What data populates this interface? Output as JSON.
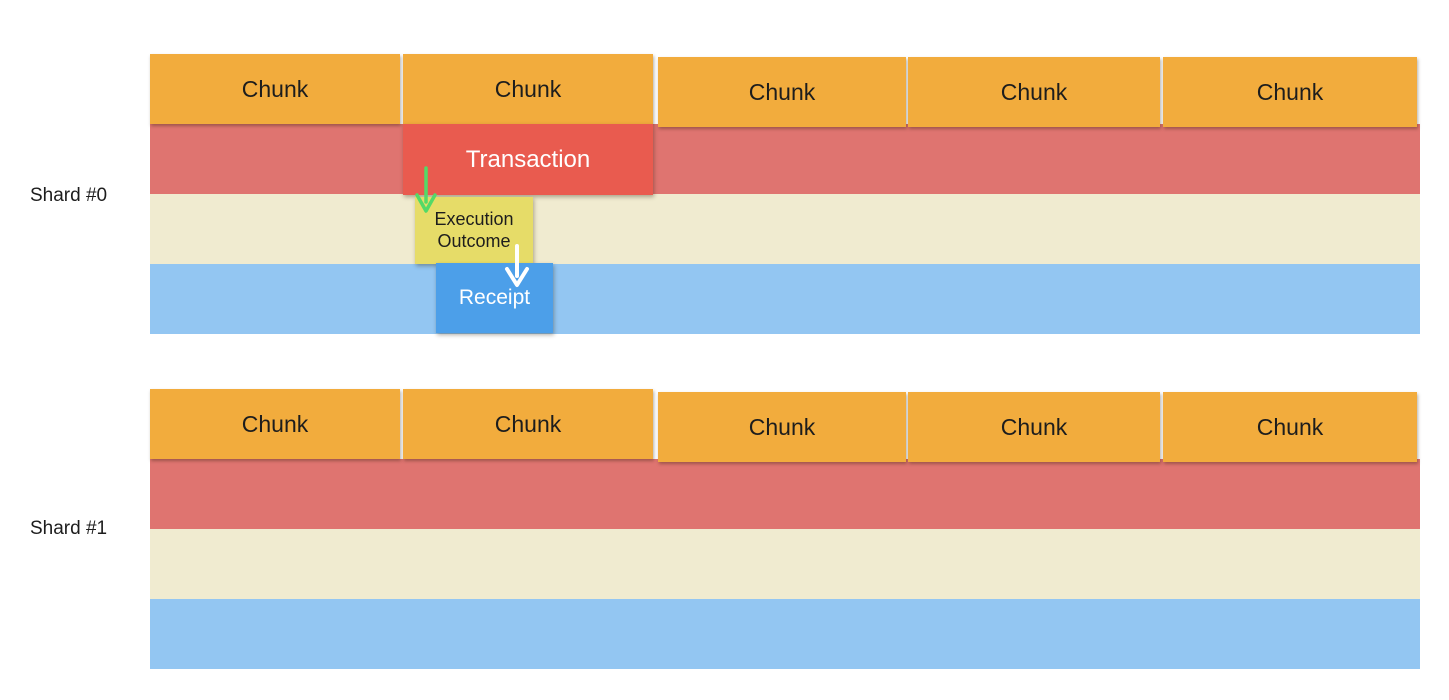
{
  "diagram": {
    "colors": {
      "chunk_orange": "#f2ac3d",
      "band_red": "#df7470",
      "band_cream": "#f0ebd0",
      "band_blue": "#93c6f2",
      "transaction_red": "#e95b4f",
      "outcome_yellow": "#e6dc68",
      "receipt_blue": "#4c9fe9",
      "arrow_green": "#53da67",
      "arrow_white": "#ffffff",
      "text_dark": "#1d1d1d",
      "text_light": "#ffffff"
    },
    "shard0": {
      "label": "Shard #0",
      "chunks": [
        "Chunk",
        "Chunk",
        "Chunk",
        "Chunk",
        "Chunk"
      ],
      "transaction_label": "Transaction",
      "execution_outcome_line1": "Execution",
      "execution_outcome_line2": "Outcome",
      "receipt_label": "Receipt"
    },
    "shard1": {
      "label": "Shard #1",
      "chunks": [
        "Chunk",
        "Chunk",
        "Chunk",
        "Chunk",
        "Chunk"
      ]
    },
    "icons": {
      "green_arrow": "arrow-down",
      "white_arrow": "arrow-down"
    }
  }
}
